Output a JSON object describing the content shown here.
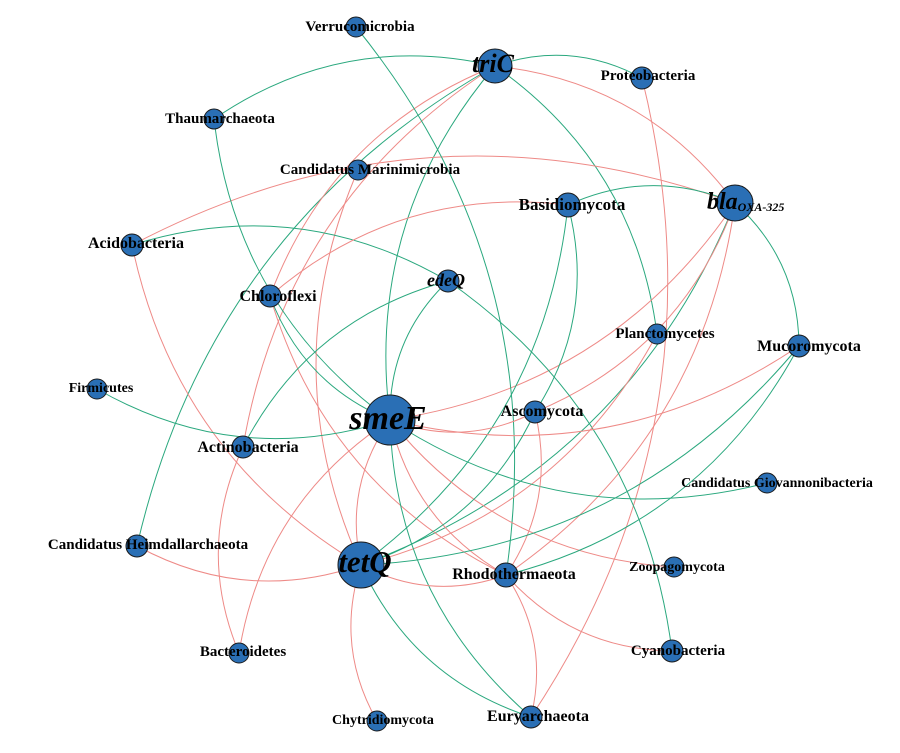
{
  "colors": {
    "node_fill": "#2a6fb5",
    "positive_edge": "#2aa87e",
    "negative_edge": "#ee8a87"
  },
  "nodes": [
    {
      "id": "triC",
      "label": "triC",
      "type": "gene"
    },
    {
      "id": "blaOXA",
      "label": "bla",
      "subscript": "OXA-325",
      "type": "gene"
    },
    {
      "id": "edeQ",
      "label": "edeQ",
      "type": "gene"
    },
    {
      "id": "smeE",
      "label": "smeE",
      "type": "gene"
    },
    {
      "id": "tetQ",
      "label": "tetQ",
      "type": "gene"
    },
    {
      "id": "Verrucomicrobia",
      "label": "Verrucomicrobia",
      "type": "taxon"
    },
    {
      "id": "Proteobacteria",
      "label": "Proteobacteria",
      "type": "taxon"
    },
    {
      "id": "Thaumarchaeota",
      "label": "Thaumarchaeota",
      "type": "taxon"
    },
    {
      "id": "Marinimicrobia",
      "label": "Candidatus Marinimicrobia",
      "type": "taxon"
    },
    {
      "id": "Basidiomycota",
      "label": "Basidiomycota",
      "type": "taxon"
    },
    {
      "id": "Acidobacteria",
      "label": "Acidobacteria",
      "type": "taxon"
    },
    {
      "id": "Chloroflexi",
      "label": "Chloroflexi",
      "type": "taxon"
    },
    {
      "id": "Planctomycetes",
      "label": "Planctomycetes",
      "type": "taxon"
    },
    {
      "id": "Mucoromycota",
      "label": "Mucoromycota",
      "type": "taxon"
    },
    {
      "id": "Firmicutes",
      "label": "Firmicutes",
      "type": "taxon"
    },
    {
      "id": "Ascomycota",
      "label": "Ascomycota",
      "type": "taxon"
    },
    {
      "id": "Actinobacteria",
      "label": "Actinobacteria",
      "type": "taxon"
    },
    {
      "id": "Giovannonibacteria",
      "label": "Candidatus Giovannonibacteria",
      "type": "taxon"
    },
    {
      "id": "Heimdallarchaeota",
      "label": "Candidatus Heimdallarchaeota",
      "type": "taxon"
    },
    {
      "id": "Rhodothermaeota",
      "label": "Rhodothermaeota",
      "type": "taxon"
    },
    {
      "id": "Zoopagomycota",
      "label": "Zoopagomycota",
      "type": "taxon"
    },
    {
      "id": "Bacteroidetes",
      "label": "Bacteroidetes",
      "type": "taxon"
    },
    {
      "id": "Cyanobacteria",
      "label": "Cyanobacteria",
      "type": "taxon"
    },
    {
      "id": "Chytridiomycota",
      "label": "Chytridiomycota",
      "type": "taxon"
    },
    {
      "id": "Euryarchaeota",
      "label": "Euryarchaeota",
      "type": "taxon"
    }
  ],
  "edges": [
    {
      "source": "triC",
      "target": "Thaumarchaeota",
      "sign": "positive"
    },
    {
      "source": "triC",
      "target": "Proteobacteria",
      "sign": "positive"
    },
    {
      "source": "triC",
      "target": "Heimdallarchaeota",
      "sign": "positive"
    },
    {
      "source": "triC",
      "target": "smeE",
      "sign": "positive"
    },
    {
      "source": "triC",
      "target": "Planctomycetes",
      "sign": "positive"
    },
    {
      "source": "triC",
      "target": "blaOXA",
      "sign": "negative"
    },
    {
      "source": "triC",
      "target": "Chloroflexi",
      "sign": "negative"
    },
    {
      "source": "triC",
      "target": "Actinobacteria",
      "sign": "negative"
    },
    {
      "source": "blaOXA",
      "target": "Acidobacteria",
      "sign": "negative"
    },
    {
      "source": "blaOXA",
      "target": "Basidiomycota",
      "sign": "positive"
    },
    {
      "source": "blaOXA",
      "target": "Mucoromycota",
      "sign": "positive"
    },
    {
      "source": "blaOXA",
      "target": "tetQ",
      "sign": "positive"
    },
    {
      "source": "blaOXA",
      "target": "Rhodothermaeota",
      "sign": "negative"
    },
    {
      "source": "blaOXA",
      "target": "Ascomycota",
      "sign": "negative"
    },
    {
      "source": "blaOXA",
      "target": "smeE",
      "sign": "negative"
    },
    {
      "source": "Verrucomicrobia",
      "target": "Rhodothermaeota",
      "sign": "positive"
    },
    {
      "source": "Thaumarchaeota",
      "target": "smeE",
      "sign": "positive"
    },
    {
      "source": "Proteobacteria",
      "target": "Euryarchaeota",
      "sign": "negative"
    },
    {
      "source": "Marinimicrobia",
      "target": "tetQ",
      "sign": "negative"
    },
    {
      "source": "Acidobacteria",
      "target": "edeQ",
      "sign": "positive"
    },
    {
      "source": "Acidobacteria",
      "target": "tetQ",
      "sign": "negative"
    },
    {
      "source": "Chloroflexi",
      "target": "smeE",
      "sign": "positive"
    },
    {
      "source": "Chloroflexi",
      "target": "Rhodothermaeota",
      "sign": "negative"
    },
    {
      "source": "edeQ",
      "target": "smeE",
      "sign": "positive"
    },
    {
      "source": "edeQ",
      "target": "Actinobacteria",
      "sign": "positive"
    },
    {
      "source": "edeQ",
      "target": "Cyanobacteria",
      "sign": "positive"
    },
    {
      "source": "Basidiomycota",
      "target": "Chloroflexi",
      "sign": "negative"
    },
    {
      "source": "Basidiomycota",
      "target": "tetQ",
      "sign": "positive"
    },
    {
      "source": "Planctomycetes",
      "target": "tetQ",
      "sign": "negative"
    },
    {
      "source": "Firmicutes",
      "target": "smeE",
      "sign": "positive"
    },
    {
      "source": "smeE",
      "target": "Ascomycota",
      "sign": "negative"
    },
    {
      "source": "smeE",
      "target": "Mucoromycota",
      "sign": "negative"
    },
    {
      "source": "smeE",
      "target": "Giovannonibacteria",
      "sign": "positive"
    },
    {
      "source": "smeE",
      "target": "Zoopagomycota",
      "sign": "negative"
    },
    {
      "source": "smeE",
      "target": "Rhodothermaeota",
      "sign": "negative"
    },
    {
      "source": "smeE",
      "target": "Euryarchaeota",
      "sign": "positive"
    },
    {
      "source": "smeE",
      "target": "Bacteroidetes",
      "sign": "negative"
    },
    {
      "source": "smeE",
      "target": "tetQ",
      "sign": "negative"
    },
    {
      "source": "Ascomycota",
      "target": "Basidiomycota",
      "sign": "positive"
    },
    {
      "source": "Ascomycota",
      "target": "Rhodothermaeota",
      "sign": "negative"
    },
    {
      "source": "Ascomycota",
      "target": "tetQ",
      "sign": "positive"
    },
    {
      "source": "Actinobacteria",
      "target": "Bacteroidetes",
      "sign": "negative"
    },
    {
      "source": "Heimdallarchaeota",
      "target": "tetQ",
      "sign": "negative"
    },
    {
      "source": "tetQ",
      "target": "Rhodothermaeota",
      "sign": "negative"
    },
    {
      "source": "tetQ",
      "target": "Mucoromycota",
      "sign": "positive"
    },
    {
      "source": "tetQ",
      "target": "Chytridiomycota",
      "sign": "negative"
    },
    {
      "source": "tetQ",
      "target": "Euryarchaeota",
      "sign": "positive"
    },
    {
      "source": "Rhodothermaeota",
      "target": "Cyanobacteria",
      "sign": "negative"
    },
    {
      "source": "Rhodothermaeota",
      "target": "Mucoromycota",
      "sign": "positive"
    },
    {
      "source": "Euryarchaeota",
      "target": "Rhodothermaeota",
      "sign": "negative"
    }
  ]
}
